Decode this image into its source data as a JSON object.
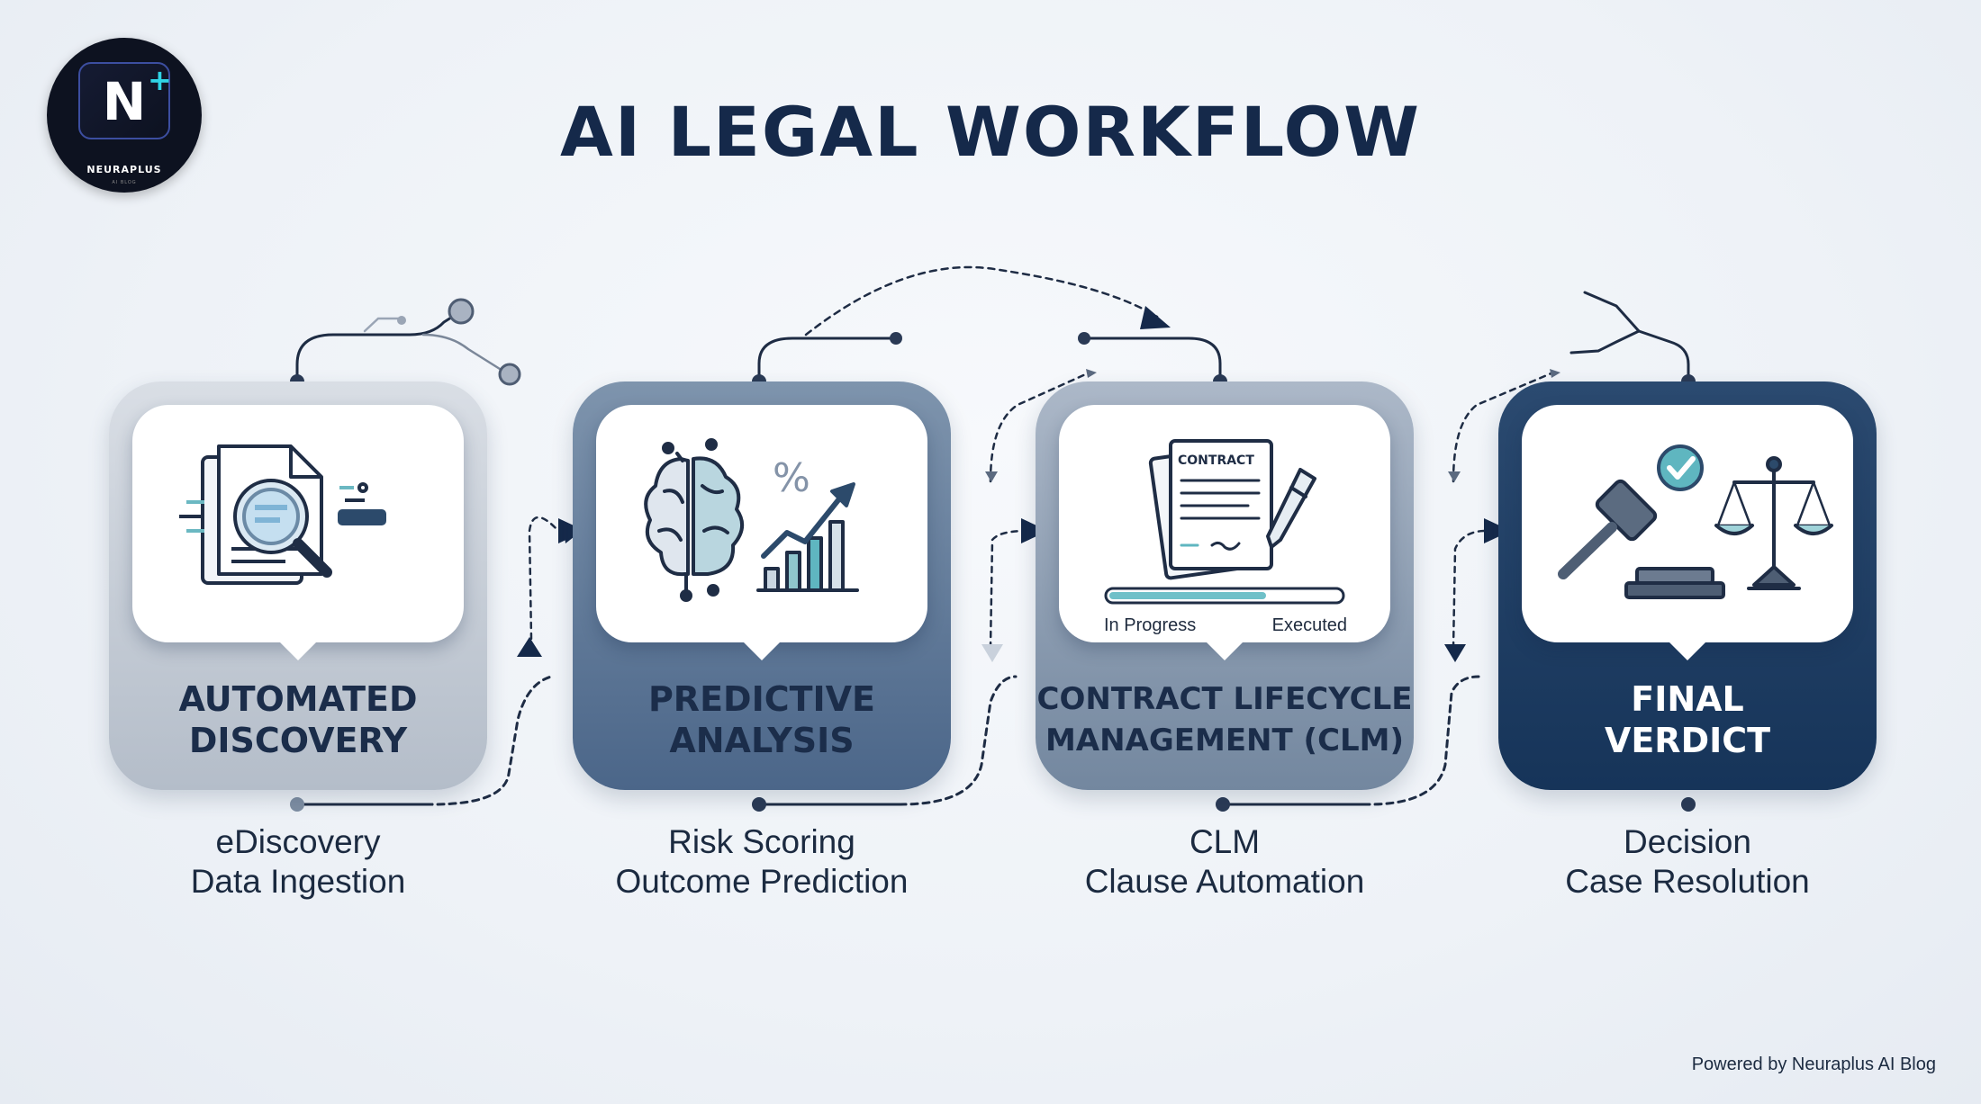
{
  "brand": {
    "name": "NEURAPLUS",
    "tagline": "AI BLOG",
    "logo_letter": "N",
    "logo_plus": "+",
    "accent": "#2fd4e6"
  },
  "title": "AI LEGAL WORKFLOW",
  "steps": [
    {
      "label_line1": "AUTOMATED",
      "label_line2": "DISCOVERY",
      "sub_line1": "eDiscovery",
      "sub_line2": "Data Ingestion",
      "icon": "document-magnifier-icon"
    },
    {
      "label_line1": "PREDICTIVE",
      "label_line2": "ANALYSIS",
      "sub_line1": "Risk Scoring",
      "sub_line2": "Outcome Prediction",
      "icon": "brain-growth-chart-icon",
      "percent_symbol": "%"
    },
    {
      "label_line1": "CONTRACT LIFECYCLE",
      "label_line2": "MANAGEMENT (CLM)",
      "sub_line1": "CLM",
      "sub_line2": "Clause Automation",
      "icon": "contract-pen-icon",
      "contract_heading": "CONTRACT",
      "progress_left": "In Progress",
      "progress_right": "Executed",
      "progress_fraction": 0.68
    },
    {
      "label_line1": "FINAL",
      "label_line2": "VERDICT",
      "sub_line1": "Decision",
      "sub_line2": "Case Resolution",
      "icon": "gavel-scales-icon"
    }
  ],
  "footer": "Powered by Neuraplus AI Blog",
  "colors": {
    "navy": "#15294a",
    "card1": "#c4ccd6",
    "card2": "#5f7898",
    "card3": "#8d9db2",
    "card4": "#1d3c63",
    "teal": "#5fb6c0"
  }
}
